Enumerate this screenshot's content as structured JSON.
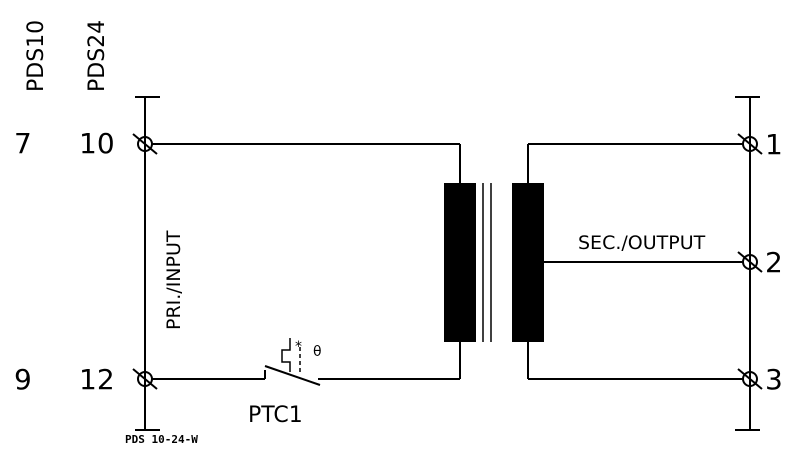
{
  "models": {
    "left": "PDS10",
    "right": "PDS24"
  },
  "primary": {
    "label": "PRI./INPUT",
    "pins": [
      {
        "pds10": "7",
        "pds24": "10"
      },
      {
        "pds10": "9",
        "pds24": "12"
      }
    ]
  },
  "secondary": {
    "label": "SEC./OUTPUT",
    "pins": [
      "1",
      "2",
      "3"
    ]
  },
  "ptc": {
    "label": "PTC1",
    "symbol": "θ",
    "mark": "*"
  },
  "footer": "PDS 10-24-W"
}
